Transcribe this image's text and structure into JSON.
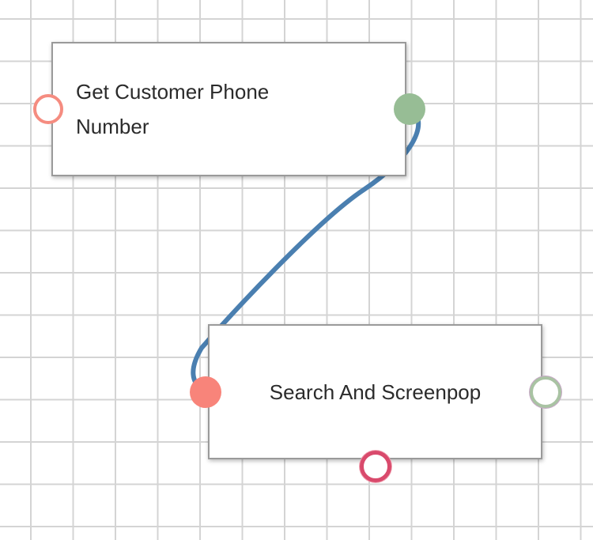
{
  "diagram": {
    "nodes": [
      {
        "id": "get-customer-phone-number",
        "label": "Get Customer Phone Number",
        "ports": {
          "input": {
            "state": "unconnected",
            "color": "#f58c80"
          },
          "output": {
            "state": "connected",
            "color": "#97bd95"
          }
        }
      },
      {
        "id": "search-and-screenpop",
        "label": "Search And Screenpop",
        "ports": {
          "input": {
            "state": "connected",
            "color": "#f8847a"
          },
          "output": {
            "state": "unconnected",
            "color": "#a9c3a3"
          },
          "error": {
            "state": "unconnected",
            "color": "#d94a6c"
          }
        }
      }
    ],
    "connections": [
      {
        "from": "get-customer-phone-number.output",
        "to": "search-and-screenpop.input",
        "color": "#4a7fb0"
      }
    ],
    "colors": {
      "grid": "#d4d4d4",
      "node_border": "#9a9a9a",
      "connector": "#4a7fb0"
    }
  }
}
